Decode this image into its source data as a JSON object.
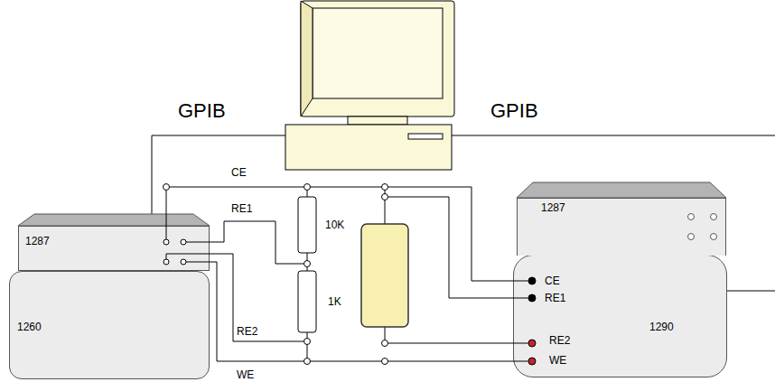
{
  "diagram": {
    "nodes": [
      {
        "text": [
          "1287"
        ]
      },
      {
        "text": [
          "1260"
        ]
      },
      {
        "text": [
          "1287"
        ]
      },
      {
        "text": [
          "1290"
        ]
      }
    ],
    "edges": [
      {
        "from": 0,
        "to": 3,
        "arrow": "none"
      },
      {
        "from": 0,
        "to": 3,
        "arrow": "none"
      }
    ],
    "labels": [
      "GPIB",
      "GPIB",
      "CE",
      "RE1",
      "10K",
      "1K",
      "RE2",
      "WE",
      "CE",
      "RE1",
      "RE2",
      "WE"
    ]
  }
}
